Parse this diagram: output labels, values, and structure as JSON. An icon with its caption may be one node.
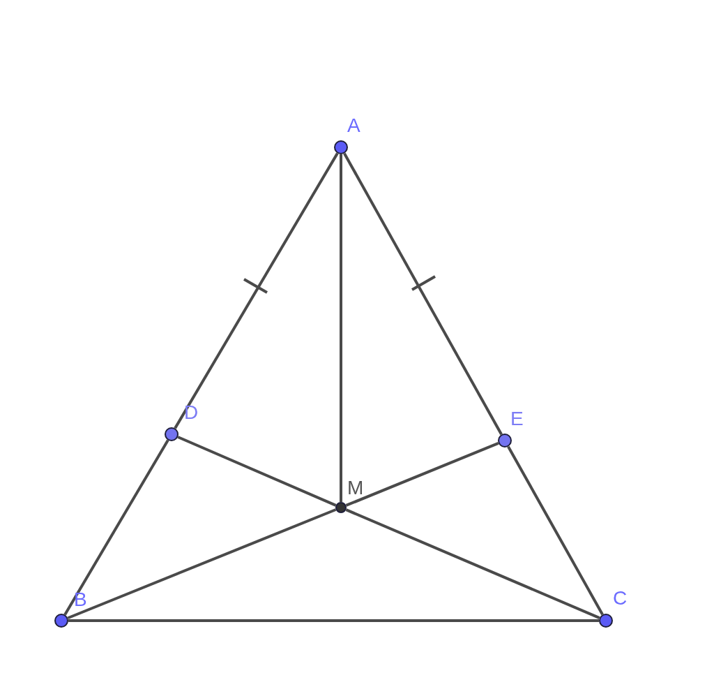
{
  "diagram": {
    "nodes": [
      {
        "text": [
          "A"
        ]
      },
      {
        "text": [
          "D"
        ]
      },
      {
        "text": [
          "E"
        ]
      },
      {
        "text": [
          "M"
        ]
      },
      {
        "text": [
          "B"
        ]
      },
      {
        "text": [
          "C"
        ]
      }
    ],
    "edges": [
      {
        "from": 0,
        "to": 1,
        "arrow": "none"
      },
      {
        "from": 1,
        "to": 4,
        "arrow": "none"
      },
      {
        "from": 0,
        "to": 2,
        "arrow": "none"
      },
      {
        "from": 2,
        "to": 5,
        "arrow": "none"
      },
      {
        "from": 4,
        "to": 5,
        "arrow": "none"
      },
      {
        "from": 0,
        "to": 3,
        "arrow": "none"
      },
      {
        "from": 1,
        "to": 3,
        "arrow": "none"
      },
      {
        "from": 3,
        "to": 5,
        "arrow": "none"
      },
      {
        "from": 4,
        "to": 3,
        "arrow": "none"
      },
      {
        "from": 3,
        "to": 2,
        "arrow": "none"
      }
    ]
  }
}
